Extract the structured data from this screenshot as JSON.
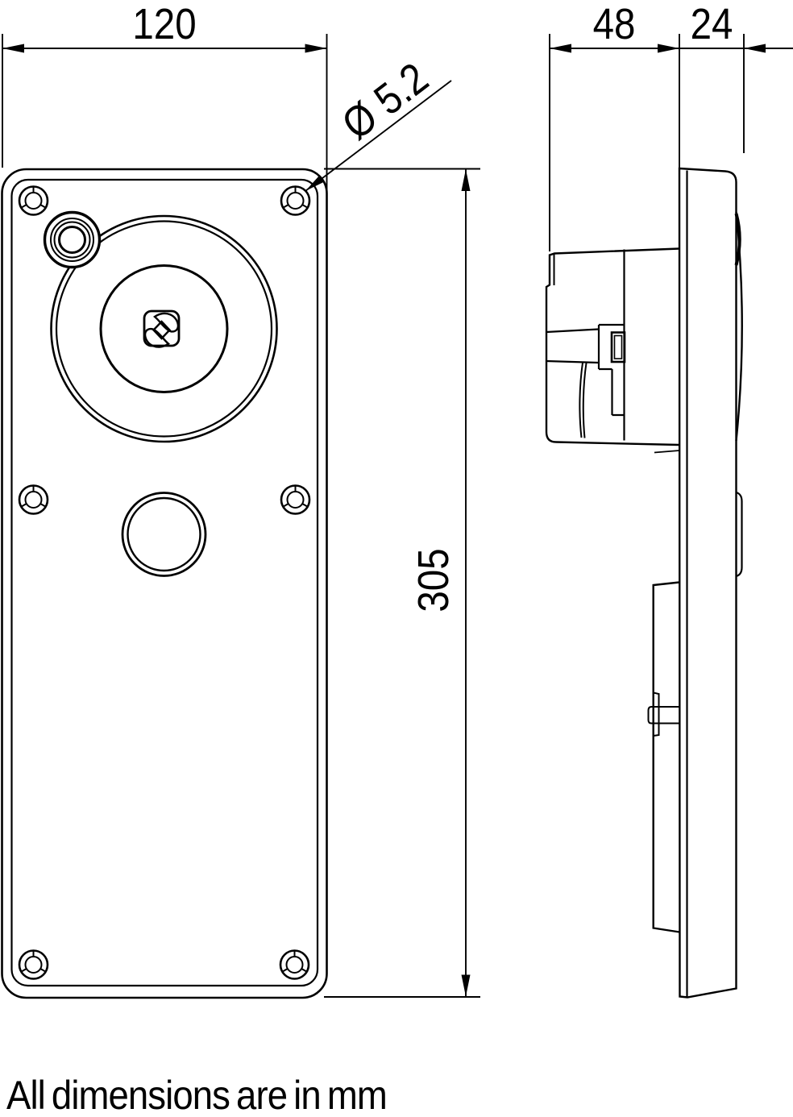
{
  "note": "All dimensions are in mm",
  "dimensions": {
    "front_width": "120",
    "front_height": "305",
    "side_depth_body": "48",
    "side_depth_plate": "24",
    "hole_diameter": "Ø 5.2"
  },
  "colors": {
    "line": "#000000",
    "background": "#ffffff"
  }
}
